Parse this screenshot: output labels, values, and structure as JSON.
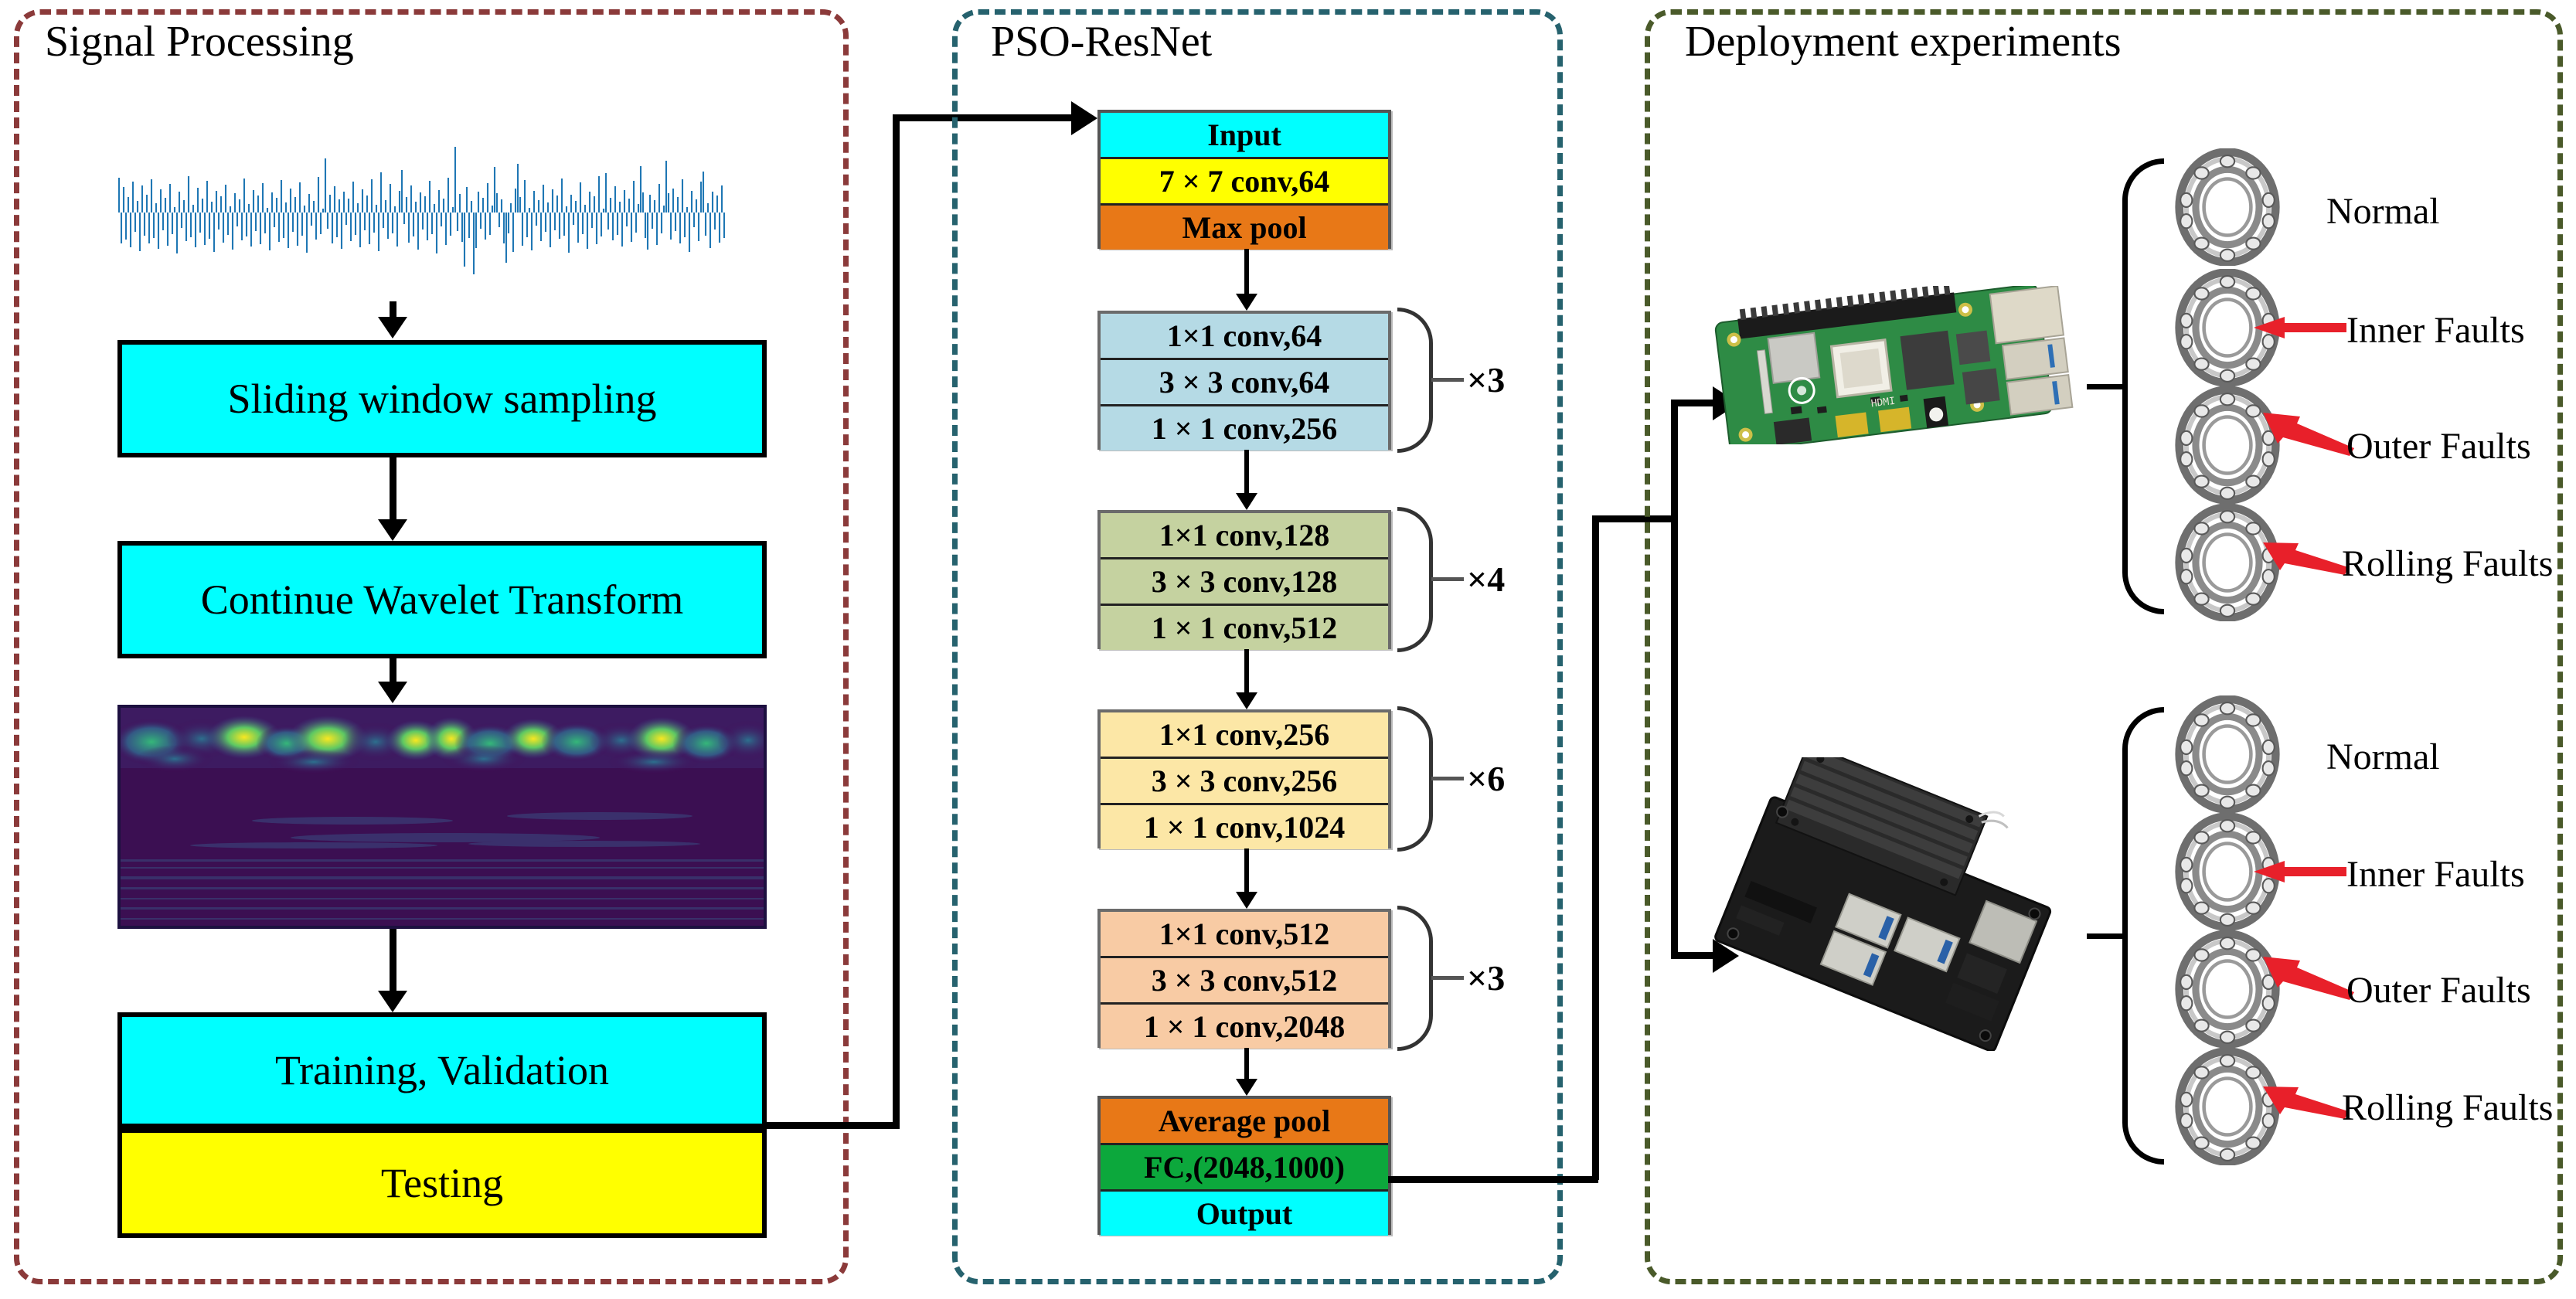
{
  "panels": {
    "signal": {
      "title": "Signal Processing",
      "border_color": "#8B3A3A"
    },
    "pso": {
      "title": "PSO-ResNet",
      "border_color": "#26626E"
    },
    "deploy": {
      "title": "Deployment experiments",
      "border_color": "#4A5A2A"
    }
  },
  "signal_processing": {
    "waveform_name": "vibration-signal-waveform",
    "scalogram_name": "wavelet-scalogram-image",
    "steps": [
      {
        "label": "Sliding window sampling",
        "color": "#00FFFF"
      },
      {
        "label": "Continue Wavelet Transform",
        "color": "#00FFFF"
      },
      {
        "label": "Training, Validation",
        "color": "#00FFFF"
      },
      {
        "label": "Testing",
        "color": "#FFFF00"
      }
    ]
  },
  "resnet": {
    "head": [
      {
        "label": "Input",
        "color": "#00FFFF"
      },
      {
        "label": "7 × 7 conv,64",
        "color": "#FFFF00"
      },
      {
        "label": "Max pool",
        "color": "#E87817"
      }
    ],
    "blocks": [
      {
        "color": "#B5DAE5",
        "repeat": "×3",
        "rows": [
          "1×1  conv,64",
          "3 × 3  conv,64",
          "1 × 1 conv,256"
        ]
      },
      {
        "color": "#C5D2A0",
        "repeat": "×4",
        "rows": [
          "1×1   conv,128",
          "3 × 3  conv,128",
          "1 × 1  conv,512"
        ]
      },
      {
        "color": "#FCE7A6",
        "repeat": "×6",
        "rows": [
          "1×1  conv,256",
          "3 × 3  conv,256",
          "1 × 1 conv,1024"
        ]
      },
      {
        "color": "#F8CBA4",
        "repeat": "×3",
        "rows": [
          "1×1 conv,512",
          "3 × 3 conv,512",
          "1 × 1 conv,2048"
        ]
      }
    ],
    "tail": [
      {
        "label": "Average pool",
        "color": "#E87817"
      },
      {
        "label": "FC,(2048,1000)",
        "color": "#0CA83C"
      },
      {
        "label": "Output",
        "color": "#00FFFF"
      }
    ]
  },
  "deployment": {
    "devices": [
      {
        "name": "raspberry-pi-board"
      },
      {
        "name": "jetson-nano-board"
      }
    ],
    "groups": [
      {
        "device": "raspberry-pi-board",
        "items": [
          {
            "label": "Normal",
            "has_arrow": false
          },
          {
            "label": "Inner Faults",
            "has_arrow": true
          },
          {
            "label": "Outer Faults",
            "has_arrow": true
          },
          {
            "label": "Rolling Faults",
            "has_arrow": true
          }
        ]
      },
      {
        "device": "jetson-nano-board",
        "items": [
          {
            "label": "Normal",
            "has_arrow": false
          },
          {
            "label": "Inner Faults",
            "has_arrow": true
          },
          {
            "label": "Outer Faults",
            "has_arrow": true
          },
          {
            "label": "Rolling Faults",
            "has_arrow": true
          }
        ]
      }
    ],
    "arrow_color": "#E8202A"
  }
}
